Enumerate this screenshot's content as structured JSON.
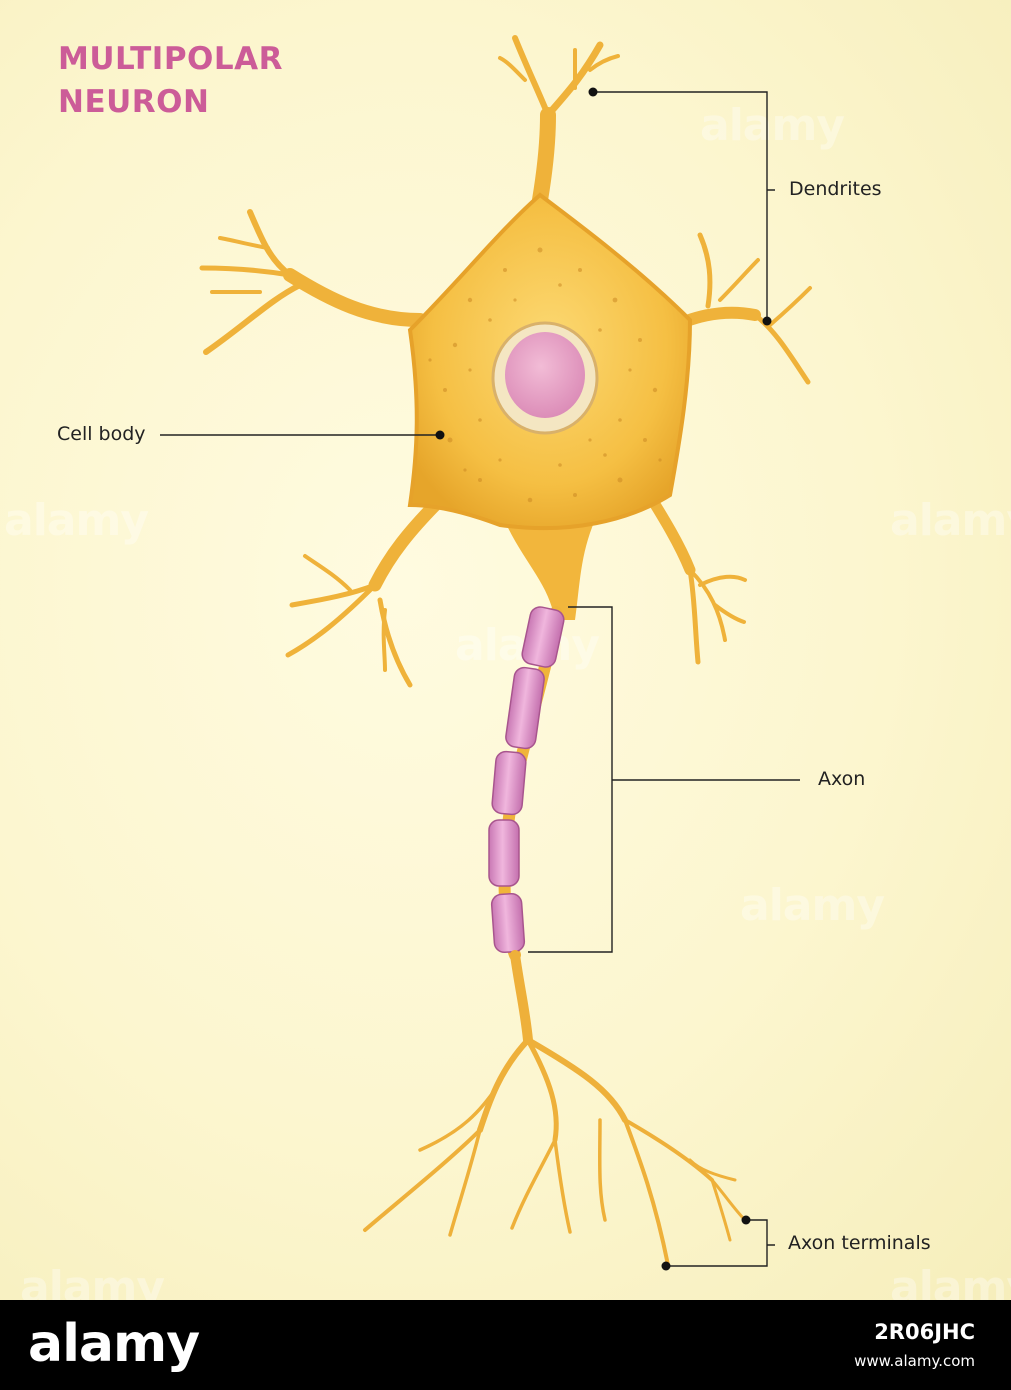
{
  "title": {
    "line1": "MULTIPOLAR",
    "line2": "NEURON"
  },
  "labels": {
    "dendrites": "Dendrites",
    "cell_body": "Cell body",
    "axon": "Axon",
    "axon_terminals": "Axon terminals"
  },
  "watermark": "alamy",
  "footer": {
    "logo": "alamy",
    "image_id": "2R06JHC",
    "url": "www.alamy.com"
  },
  "colors": {
    "background": "#fcf6cf",
    "title": "#cc5c98",
    "neuron_body": "#f5bb3c",
    "nucleus": "#e79ac2",
    "myelin": "#e5a0cf",
    "leader_lines": "#222222"
  }
}
